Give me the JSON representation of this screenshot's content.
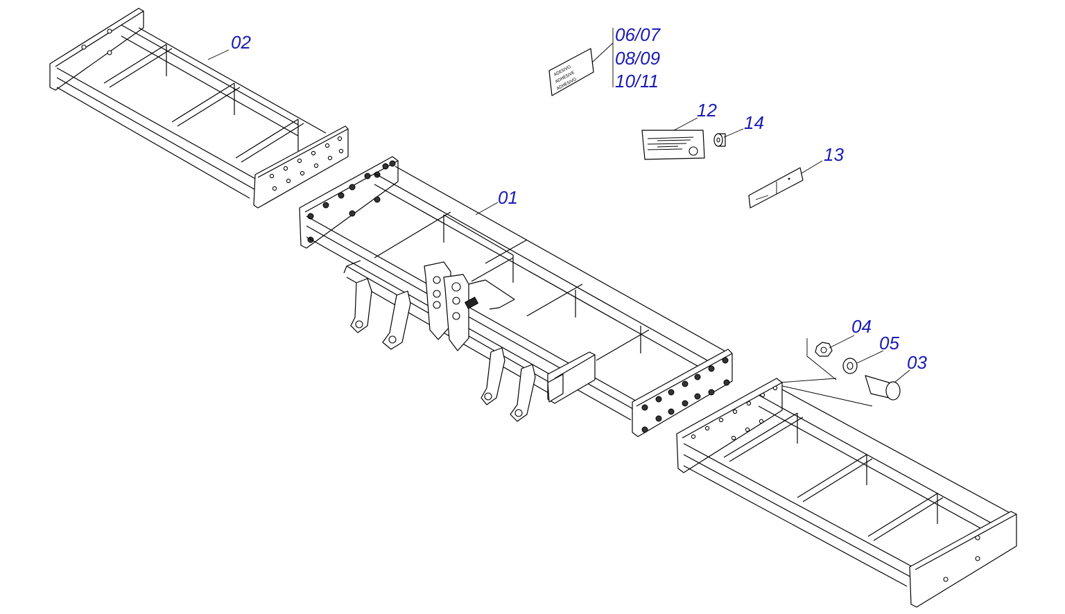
{
  "callouts": {
    "c01": "01",
    "c02": "02",
    "c03": "03",
    "c04": "04",
    "c05": "05",
    "c0607": "06/07",
    "c0809": "08/09",
    "c1011": "10/11",
    "c12": "12",
    "c13": "13",
    "c14": "14"
  },
  "decal_lines": [
    "ADESIVO",
    "ADHESIVE",
    "ADHESIVO"
  ],
  "colors": {
    "callout": "#1a1ab4",
    "line": "#000000"
  }
}
